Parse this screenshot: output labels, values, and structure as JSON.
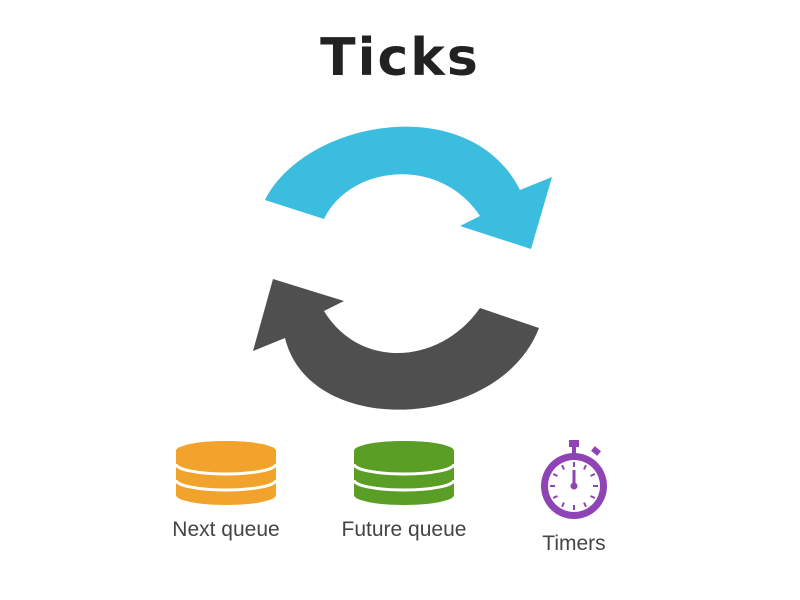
{
  "title": "Ticks",
  "cycle": {
    "top_arrow_color": "#3bbde0",
    "bottom_arrow_color": "#4f4f4f",
    "top_arrow_icon": "clockwise-arrow-icon",
    "bottom_arrow_icon": "clockwise-arrow-icon"
  },
  "items": [
    {
      "label": "Next queue",
      "icon": "database-stack-icon",
      "color": "#f2a32c"
    },
    {
      "label": "Future queue",
      "icon": "database-stack-icon",
      "color": "#5a9e25"
    },
    {
      "label": "Timers",
      "icon": "stopwatch-icon",
      "color": "#8e44b5"
    }
  ]
}
